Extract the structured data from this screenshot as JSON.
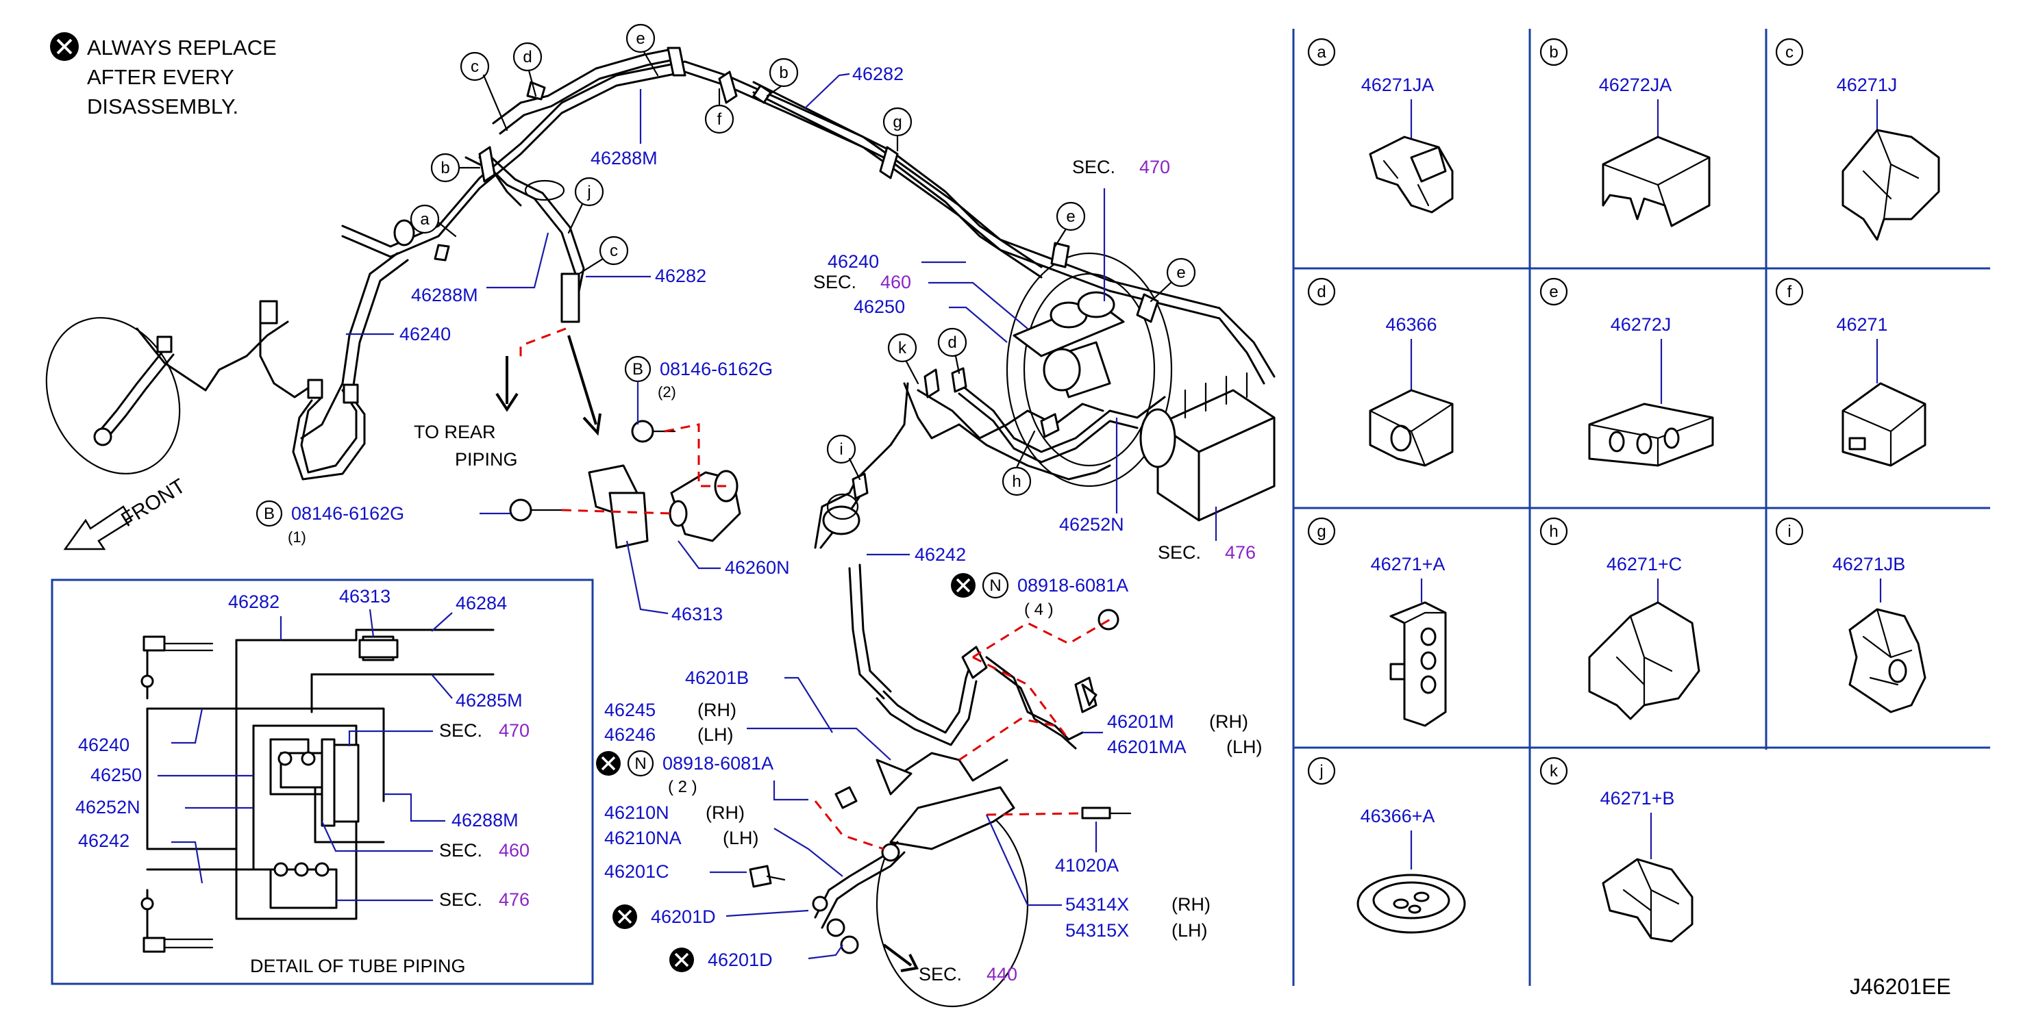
{
  "warning": {
    "text_line1": "ALWAYS  REPLACE",
    "text_line2": "AFTER  EVERY",
    "text_line3": "DISASSEMBLY."
  },
  "directions": {
    "front": "FRONT",
    "to_rear_1": "TO  REAR",
    "to_rear_2": "PIPING"
  },
  "diagram_id": "J46201EE",
  "detail_caption": "DETAIL  OF  TUBE  PIPING",
  "sec_prefix": "SEC.",
  "sections": {
    "s470": "470",
    "s460": "460",
    "s476": "476",
    "s440": "440"
  },
  "qualifiers": {
    "rh": "(RH)",
    "lh": "(LH)",
    "q4": "( 4  )",
    "q2": "( 2  )",
    "q1": "(1)",
    "q2b": "(2)",
    "b": "B",
    "n": "N"
  },
  "parts": {
    "p46282": "46282",
    "p46288M": "46288M",
    "p46240": "46240",
    "p46250": "46250",
    "p46252N": "46252N",
    "p46242": "46242",
    "p46284": "46284",
    "p46285M": "46285M",
    "p46313": "46313",
    "p46260N": "46260N",
    "p08146": "08146-6162G",
    "p08918": "08918-6081A",
    "p46201B": "46201B",
    "p46245": "46245",
    "p46246": "46246",
    "p46201M": "46201M",
    "p46201MA": "46201MA",
    "p46210N": "46210N",
    "p46210NA": "46210NA",
    "p46201C": "46201C",
    "p46201D": "46201D",
    "p41020A": "41020A",
    "p54314X": "54314X",
    "p54315X": "54315X"
  },
  "callouts": {
    "a": "a",
    "b": "b",
    "c": "c",
    "d": "d",
    "e": "e",
    "f": "f",
    "g": "g",
    "h": "h",
    "i": "i",
    "j": "j",
    "k": "k"
  },
  "clips": [
    {
      "letter": "a",
      "part": "46271JA"
    },
    {
      "letter": "b",
      "part": "46272JA"
    },
    {
      "letter": "c",
      "part": "46271J"
    },
    {
      "letter": "d",
      "part": "46366"
    },
    {
      "letter": "e",
      "part": "46272J"
    },
    {
      "letter": "f",
      "part": "46271"
    },
    {
      "letter": "g",
      "part": "46271+A"
    },
    {
      "letter": "h",
      "part": "46271+C"
    },
    {
      "letter": "i",
      "part": "46271JB"
    },
    {
      "letter": "j",
      "part": "46366+A"
    },
    {
      "letter": "k",
      "part": "46271+B"
    }
  ],
  "colors": {
    "part_number": "#1010c8",
    "section": "#8a24c8",
    "grid": "#1a3fa0",
    "connector": "#e00000"
  }
}
